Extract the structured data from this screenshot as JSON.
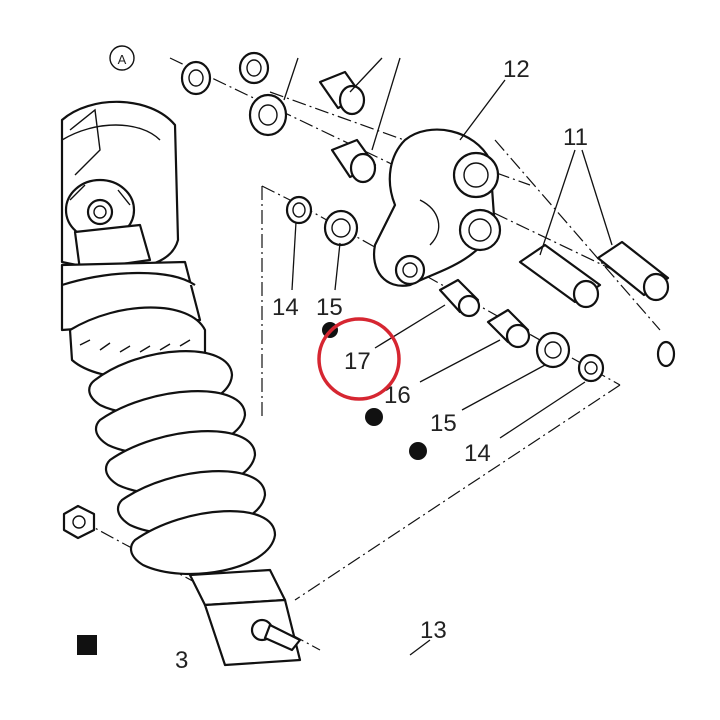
{
  "diagram": {
    "callouts": {
      "c11": "11",
      "c12": "12",
      "c13": "13",
      "c14a": "14",
      "c14b": "14",
      "c15a": "15",
      "c15b": "15",
      "c16": "16",
      "c17": "17",
      "cpartial": "3"
    },
    "circled_letter": "A",
    "highlight_color": "#d62631"
  }
}
